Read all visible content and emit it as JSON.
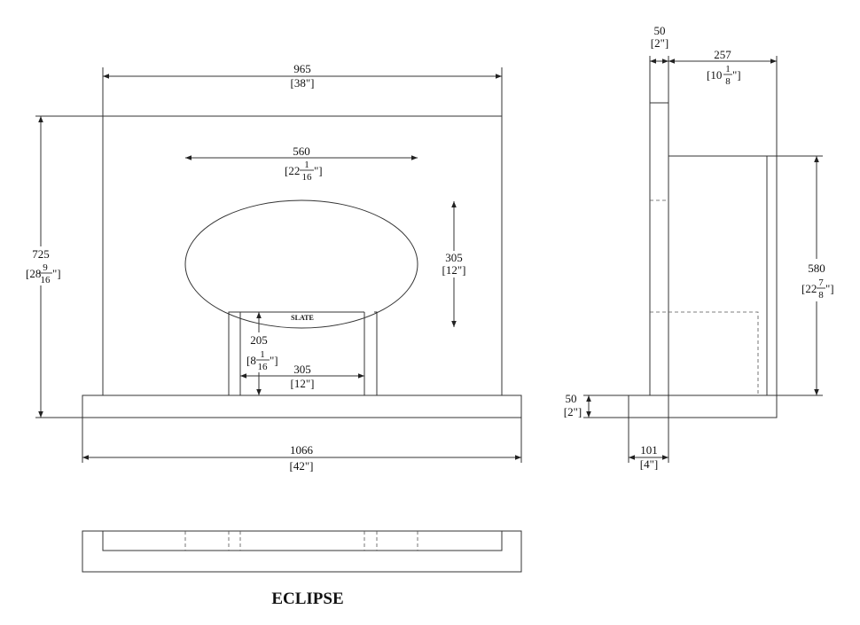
{
  "title": "ECLIPSE",
  "slate_label": "SLATE",
  "front": {
    "overall_width": {
      "mm": "965",
      "in": "[38\"]"
    },
    "opening_width": {
      "mm": "560",
      "in_pre": "[22",
      "num": "1",
      "den": "16",
      "in_post": "\"]"
    },
    "opening_height": {
      "mm": "305",
      "in": "[12\"]"
    },
    "overall_height": {
      "mm": "725",
      "in_pre": "[28",
      "num": "9",
      "den": "16",
      "in_post": "\"]"
    },
    "slate_height": {
      "mm": "205",
      "in_pre": "[8",
      "num": "1",
      "den": "16",
      "in_post": "\"]"
    },
    "slate_width": {
      "mm": "305",
      "in": "[12\"]"
    },
    "hearth_width": {
      "mm": "1066",
      "in": "[42\"]"
    }
  },
  "side": {
    "surround_depth": {
      "mm": "50",
      "in": "[2\"]"
    },
    "overall_depth": {
      "mm": "257",
      "in_pre": "[10",
      "num": "1",
      "den": "8",
      "in_post": "\"]"
    },
    "insert_height": {
      "mm": "580",
      "in_pre": "[22",
      "num": "7",
      "den": "8",
      "in_post": "\"]"
    },
    "hearth_thickness": {
      "mm": "50",
      "in": "[2\"]"
    },
    "back_depth": {
      "mm": "101",
      "in": "[4\"]"
    }
  }
}
